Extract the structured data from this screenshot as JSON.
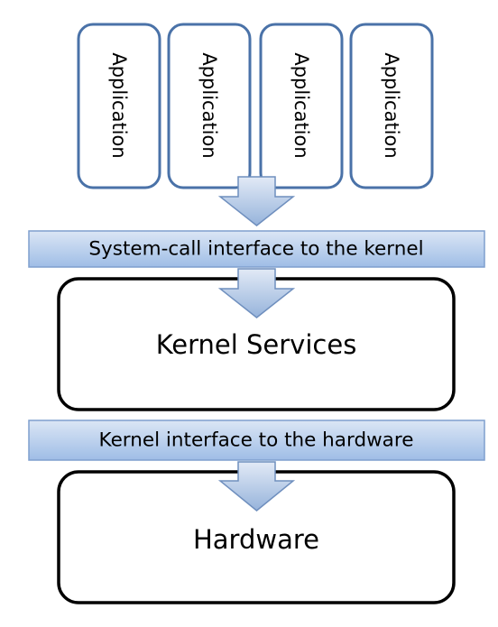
{
  "applications": [
    {
      "label": "Application"
    },
    {
      "label": "Application"
    },
    {
      "label": "Application"
    },
    {
      "label": "Application"
    }
  ],
  "syscall_interface": {
    "label": "System-call interface to the kernel"
  },
  "kernel_services": {
    "label": "Kernel Services"
  },
  "kernel_hw_interface": {
    "label": "Kernel interface to the hardware"
  },
  "hardware": {
    "label": "Hardware"
  },
  "colors": {
    "app_border": "#4a72a8",
    "band_top": "#dbe6f5",
    "band_bottom": "#9fbde6",
    "band_border": "#7f9fce",
    "arrow_top": "#e2eaf6",
    "arrow_bottom": "#96b3db",
    "arrow_border": "#6f8fbe",
    "box_border": "#000000"
  }
}
